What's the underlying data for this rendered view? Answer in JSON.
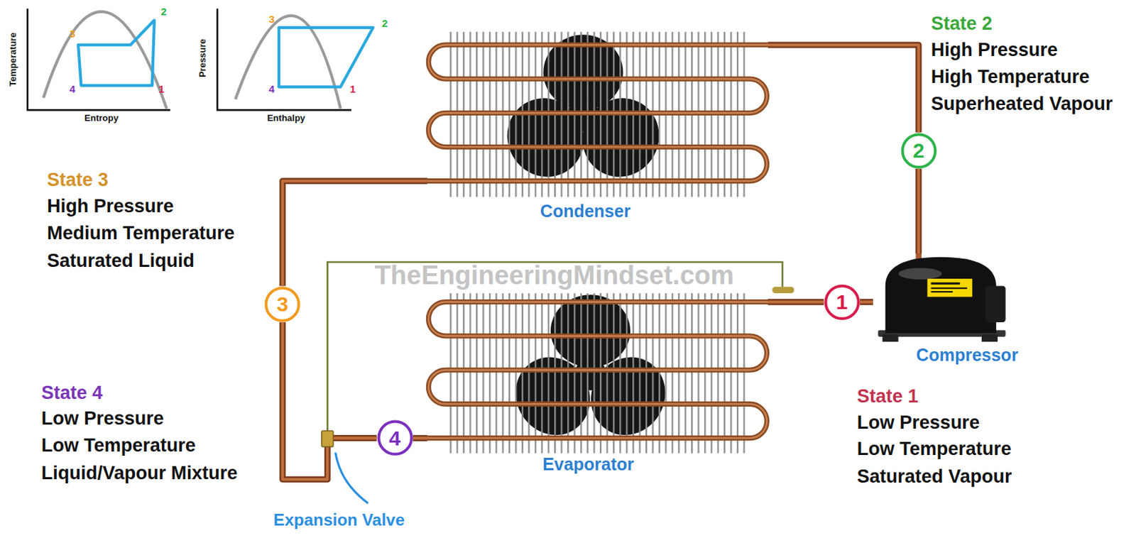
{
  "diagram": {
    "nodes": [
      {
        "text": [
          "Condenser"
        ]
      },
      {
        "text": [
          "2"
        ]
      },
      {
        "text": [
          "Compressor"
        ]
      },
      {
        "text": [
          "3"
        ]
      },
      {
        "text": [
          "1"
        ]
      },
      {
        "text": [
          "Evaporator"
        ]
      },
      {
        "text": [
          "4"
        ]
      }
    ],
    "edges": [
      {
        "from": 2,
        "to": 1,
        "arrow": "none"
      },
      {
        "from": 1,
        "to": 0,
        "arrow": "none"
      },
      {
        "from": 0,
        "to": 3,
        "arrow": "none"
      },
      {
        "from": 3,
        "to": 6,
        "arrow": "none"
      },
      {
        "from": 6,
        "to": 5,
        "arrow": "none"
      },
      {
        "from": 5,
        "to": 4,
        "arrow": "none"
      },
      {
        "from": 4,
        "to": 2,
        "arrow": "none"
      }
    ],
    "labels": [
      "Temperature",
      "Entropy",
      "3",
      "2",
      "4",
      "1",
      "Pressure",
      "Enthalpy",
      "3",
      "2",
      "4",
      "1",
      "State 2",
      "High Pressure",
      "High Temperature",
      "Superheated Vapour",
      "State 3",
      "High Pressure",
      "Medium Temperature",
      "Saturated Liquid",
      "TheEngineeringMindset.com",
      "State 4",
      "Low Pressure",
      "Low Temperature",
      "Liquid/Vapour Mixture",
      "Expansion Valve",
      "State 1",
      "Low Pressure",
      "Low Temperature",
      "Saturated Vapour"
    ]
  }
}
